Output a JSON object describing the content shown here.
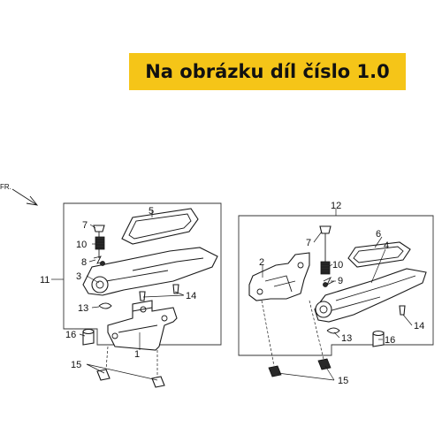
{
  "banner": {
    "text": "Na obrázku díl číslo 1.0",
    "color": "#f5c518"
  },
  "direction_label": "FR.",
  "callouts": [
    "1",
    "2",
    "3",
    "4",
    "5",
    "6",
    "7",
    "7",
    "8",
    "9",
    "10",
    "10",
    "11",
    "12",
    "13",
    "13",
    "14",
    "14",
    "15",
    "15",
    "16",
    "16"
  ]
}
